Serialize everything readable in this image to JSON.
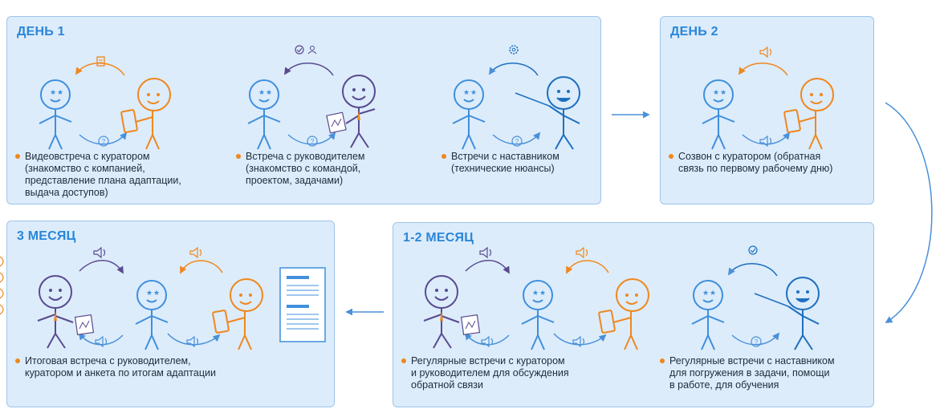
{
  "stages": {
    "day1": {
      "title": "ДЕНЬ 1",
      "captions": [
        [
          "Видеовстреча с куратором",
          "(знакомство с компанией,",
          "представление плана адаптации,",
          "выдача доступов)"
        ],
        [
          "Встреча с руководителем",
          "(знакомство с командой,",
          "проектом, задачами)"
        ],
        [
          "Встречи с наставником",
          "(технические нюансы)"
        ]
      ]
    },
    "day2": {
      "title": "ДЕНЬ 2",
      "captions": [
        [
          "Созвон с куратором (обратная",
          "связь по первому рабочему дню)"
        ]
      ]
    },
    "month12": {
      "title": "1-2 МЕСЯЦ",
      "captions": [
        [
          "Регулярные встречи с куратором",
          "и руководителем для обсуждения",
          "обратной связи"
        ],
        [
          "Регулярные встречи с наставником",
          "для погружения в задачи, помощи",
          "в работе, для обучения"
        ]
      ]
    },
    "month3": {
      "title": "3 МЕСЯЦ",
      "captions": [
        [
          "Итоговая встреча с руководителем,",
          "куратором и анкета по итогам адаптации"
        ]
      ]
    }
  },
  "icons": [
    "document-icon",
    "check-icon",
    "people-icon",
    "gear-icon",
    "speaker-icon",
    "question-icon",
    "chart-paper-icon",
    "tablet-icon",
    "pointer-stick-icon",
    "form-sheet-icon"
  ],
  "colors": {
    "panel_bg": "#dcecfb",
    "panel_border": "#9fc4e8",
    "title": "#2a86d8",
    "newcomer": "#3f8fdc",
    "curator": "#f0871e",
    "manager": "#5a4a8f",
    "mentor": "#1e6fc0",
    "bullet": "#f0871e"
  }
}
